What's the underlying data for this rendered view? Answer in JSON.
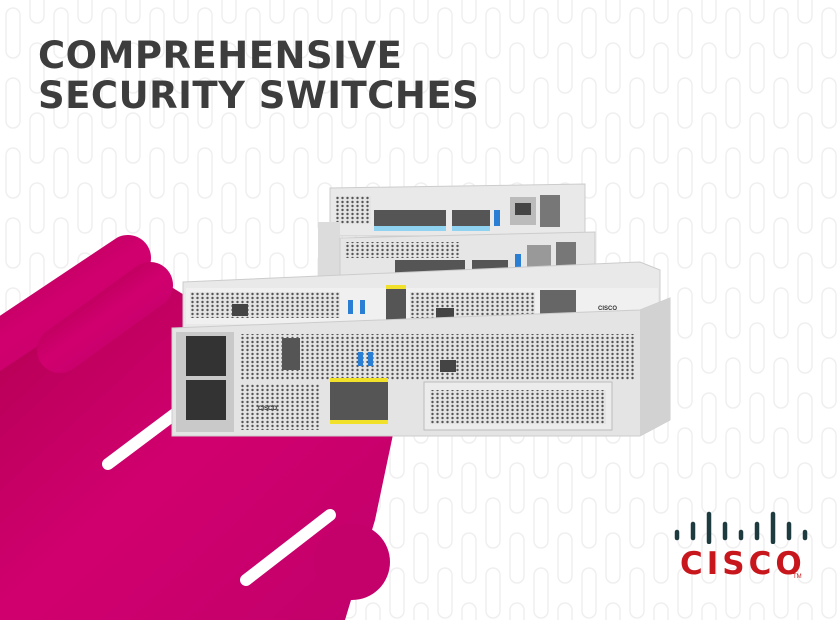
{
  "headline": {
    "line1": "COMPREHENSIVE",
    "line2": "SECURITY SWITCHES"
  },
  "brand": {
    "logo_text": "CISCO",
    "trademark": "TM",
    "logo_color": "#c8161d",
    "bars_color": "#1e3b40"
  },
  "colors": {
    "accent_magenta": "#c4006b",
    "title_gray": "#3d3d3d",
    "port_blue": "#8fd3f0",
    "port_yellow": "#f2e12a"
  },
  "products": {
    "device_brand_label": "CISCO"
  }
}
